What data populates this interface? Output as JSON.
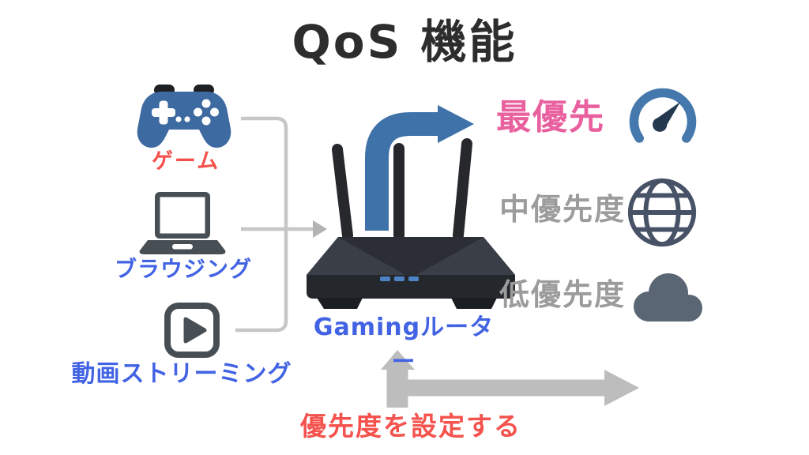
{
  "title": "QoS 機能",
  "sources": [
    {
      "label": "ゲーム",
      "icon": "gamepad-icon",
      "label_color": "#f4504c"
    },
    {
      "label": "ブラウジング",
      "icon": "laptop-icon",
      "label_color": "#4263e3"
    },
    {
      "label": "動画ストリーミング",
      "icon": "video-player-icon",
      "label_color": "#4263e3"
    }
  ],
  "router": {
    "label": "Gamingルーター",
    "label_color": "#4263e3",
    "icon": "wifi-router-icon",
    "led_color": "#4d82c4"
  },
  "priority_flow": {
    "icon": "curved-arrow-up-right",
    "color": "#3f72a8"
  },
  "priorities": [
    {
      "label": "最優先",
      "icon": "speedometer-icon",
      "label_color": "#e9609e",
      "icon_color": "#4579ad"
    },
    {
      "label": "中優先度",
      "icon": "globe-icon",
      "label_color": "#9c9c9c",
      "icon_color": "#475266"
    },
    {
      "label": "低優先度",
      "icon": "cloud-icon",
      "label_color": "#9c9c9c",
      "icon_color": "#5a6673"
    }
  ],
  "footer": {
    "label": "優先度を設定する",
    "label_color": "#f4524d"
  },
  "colors": {
    "background": "#ffffff",
    "title": "#2d2d2d",
    "controller_blue": "#3d6aa1",
    "device_gray": "#474f54",
    "connector_gray": "#c6c6c6",
    "axis_arrow_gray": "#bdbdbd"
  }
}
